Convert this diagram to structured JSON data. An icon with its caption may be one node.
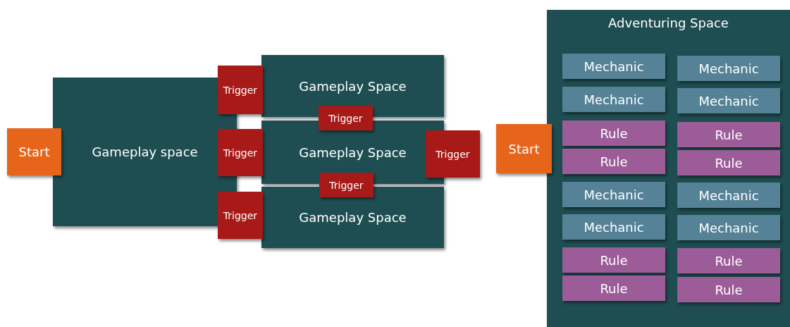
{
  "diagram": {
    "nodes": [
      {
        "text": [
          "Start"
        ]
      },
      {
        "text": [
          "Gameplay space"
        ]
      },
      {
        "text": [
          "Gameplay Space"
        ]
      },
      {
        "text": [
          "Gameplay Space"
        ]
      },
      {
        "text": [
          "Gameplay Space"
        ]
      },
      {
        "text": [
          "Trigger"
        ]
      },
      {
        "text": [
          "Trigger"
        ]
      },
      {
        "text": [
          "Trigger"
        ]
      },
      {
        "text": [
          "Trigger"
        ]
      },
      {
        "text": [
          "Trigger"
        ]
      },
      {
        "text": [
          "Trigger"
        ]
      },
      {
        "text": [
          "Start"
        ]
      },
      {
        "text": [
          "Adventuring Space"
        ]
      },
      {
        "text": [
          "Mechanic"
        ],
        "in": 12
      },
      {
        "text": [
          "Mechanic"
        ],
        "in": 12
      },
      {
        "text": [
          "Mechanic"
        ],
        "in": 12
      },
      {
        "text": [
          "Mechanic"
        ],
        "in": 12
      },
      {
        "text": [
          "Rule"
        ],
        "in": 12
      },
      {
        "text": [
          "Rule"
        ],
        "in": 12
      },
      {
        "text": [
          "Rule"
        ],
        "in": 12
      },
      {
        "text": [
          "Rule"
        ],
        "in": 12
      },
      {
        "text": [
          "Mechanic"
        ],
        "in": 12
      },
      {
        "text": [
          "Mechanic"
        ],
        "in": 12
      },
      {
        "text": [
          "Mechanic"
        ],
        "in": 12
      },
      {
        "text": [
          "Mechanic"
        ],
        "in": 12
      },
      {
        "text": [
          "Rule"
        ],
        "in": 12
      },
      {
        "text": [
          "Rule"
        ],
        "in": 12
      },
      {
        "text": [
          "Rule"
        ],
        "in": 12
      },
      {
        "text": [
          "Rule"
        ],
        "in": 12
      }
    ]
  }
}
